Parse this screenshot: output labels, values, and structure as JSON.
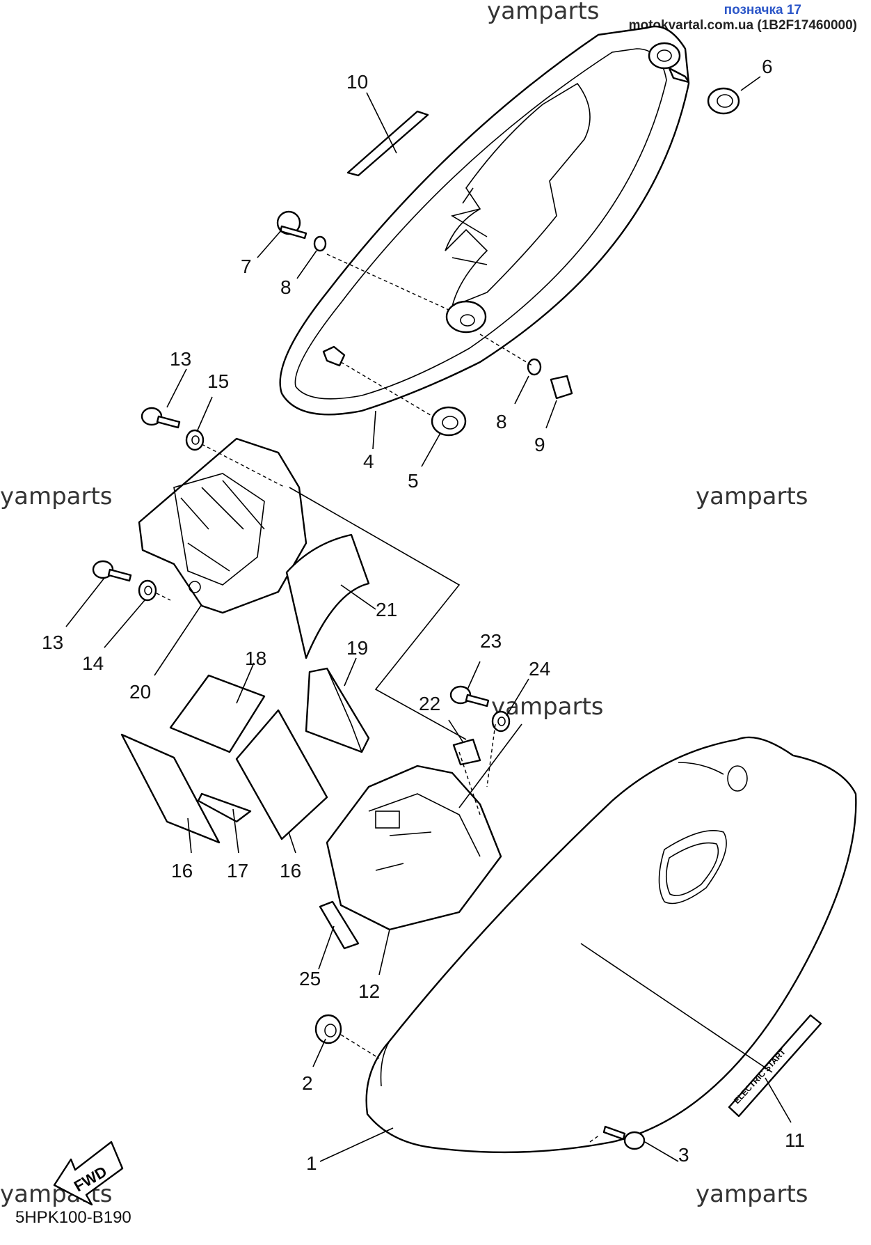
{
  "watermarks": [
    "yamparts",
    "yamparts",
    "yamparts",
    "yamparts",
    "yamparts",
    "yamparts"
  ],
  "badge": {
    "title": "позначка 17",
    "source": "motokvartal.com.ua (1B2F17460000)"
  },
  "diagram_code": "5HPK100-B190",
  "fwd_label": "FWD",
  "emblem_text": "ELECTRIC START",
  "callouts": [
    {
      "id": "1",
      "label": "1"
    },
    {
      "id": "2",
      "label": "2"
    },
    {
      "id": "3",
      "label": "3"
    },
    {
      "id": "4",
      "label": "4"
    },
    {
      "id": "5",
      "label": "5"
    },
    {
      "id": "6",
      "label": "6"
    },
    {
      "id": "7",
      "label": "7"
    },
    {
      "id": "8a",
      "label": "8"
    },
    {
      "id": "8b",
      "label": "8"
    },
    {
      "id": "9",
      "label": "9"
    },
    {
      "id": "10",
      "label": "10"
    },
    {
      "id": "11",
      "label": "11"
    },
    {
      "id": "12",
      "label": "12"
    },
    {
      "id": "13a",
      "label": "13"
    },
    {
      "id": "13b",
      "label": "13"
    },
    {
      "id": "14",
      "label": "14"
    },
    {
      "id": "15",
      "label": "15"
    },
    {
      "id": "16a",
      "label": "16"
    },
    {
      "id": "16b",
      "label": "16"
    },
    {
      "id": "17",
      "label": "17"
    },
    {
      "id": "18",
      "label": "18"
    },
    {
      "id": "19",
      "label": "19"
    },
    {
      "id": "20",
      "label": "20"
    },
    {
      "id": "21",
      "label": "21"
    },
    {
      "id": "22",
      "label": "22"
    },
    {
      "id": "23",
      "label": "23"
    },
    {
      "id": "24",
      "label": "24"
    },
    {
      "id": "25",
      "label": "25"
    }
  ]
}
